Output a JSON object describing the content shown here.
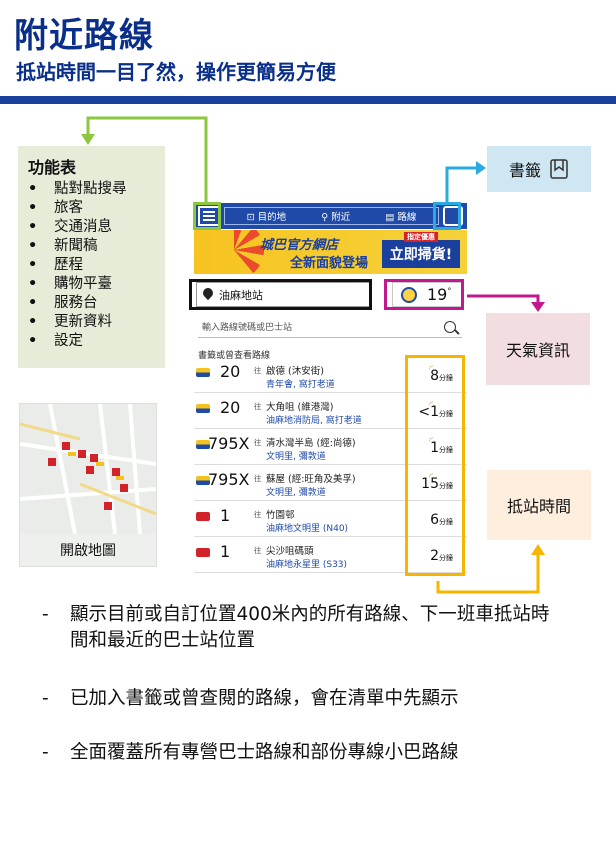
{
  "header": {
    "title": "附近路線",
    "subtitle": "抵站時間一目了然，操作更簡易方便"
  },
  "menu": {
    "title": "功能表",
    "items": [
      "點對點搜尋",
      "旅客",
      "交通消息",
      "新聞稿",
      "歷程",
      "購物平臺",
      "服務台",
      "更新資料",
      "設定"
    ]
  },
  "map": {
    "label": "開啟地圖"
  },
  "callouts": {
    "bookmark": "書籤",
    "weather": "天氣資訊",
    "arrival": "抵站時間"
  },
  "phone": {
    "nav": {
      "destination": "目的地",
      "nearby": "附近",
      "routes": "路線"
    },
    "banner": {
      "line1": "城巴官方網店",
      "line2": "全新面貌登場",
      "cta": "立即掃貨!",
      "cta_tag": "指定優惠"
    },
    "location": "油麻地站",
    "temperature": "19",
    "temperature_unit": "°",
    "search_placeholder": "輸入路線號碼或巴士站",
    "section_label": "書籤或曾查看路線",
    "routes": [
      {
        "number": "20",
        "to": "往",
        "dest": "啟德 (沐安街)",
        "via": "青年會, 窩打老道",
        "eta": "8",
        "unit": "分鐘",
        "color": "#f4c21c",
        "color2": "#1f4aa8"
      },
      {
        "number": "20",
        "to": "往",
        "dest": "大角咀 (維港灣)",
        "via": "油麻地消防局, 窩打老道",
        "eta": "<1",
        "unit": "分鐘",
        "color": "#f4c21c",
        "color2": "#1f4aa8"
      },
      {
        "number": "795X",
        "to": "往",
        "dest": "清水灣半島 (經:尚德)",
        "via": "文明里, 彌敦道",
        "eta": "1",
        "unit": "分鐘",
        "color": "#f4c21c",
        "color2": "#1f4aa8"
      },
      {
        "number": "795X",
        "to": "往",
        "dest": "蘇屋 (經:旺角及美孚)",
        "via": "文明里, 彌敦道",
        "eta": "15",
        "unit": "分鐘",
        "color": "#f4c21c",
        "color2": "#1f4aa8"
      },
      {
        "number": "1",
        "to": "往",
        "dest": "竹園邨",
        "via": "油麻地文明里 (N40)",
        "eta": "6",
        "unit": "分鐘",
        "color": "#d3232a",
        "color2": "#d3232a"
      },
      {
        "number": "1",
        "to": "往",
        "dest": "尖沙咀碼頭",
        "via": "油麻地永星里 (S33)",
        "eta": "2",
        "unit": "分鐘",
        "color": "#d3232a",
        "color2": "#d3232a"
      }
    ]
  },
  "description": [
    "顯示目前或自訂位置400米內的所有路線、下一班車抵站時間和最近的巴士站位置",
    "已加入書籤或曾查閱的路線，會在清單中先顯示",
    "全面覆蓋所有專營巴士路線和部份專線小巴路線"
  ],
  "colors": {
    "brand": "#1b3f9c",
    "menu_green": "#8dc63f",
    "bookmark_blue": "#29abe2",
    "weather_magenta": "#c2188f",
    "arrival_yellow": "#f7b500"
  }
}
